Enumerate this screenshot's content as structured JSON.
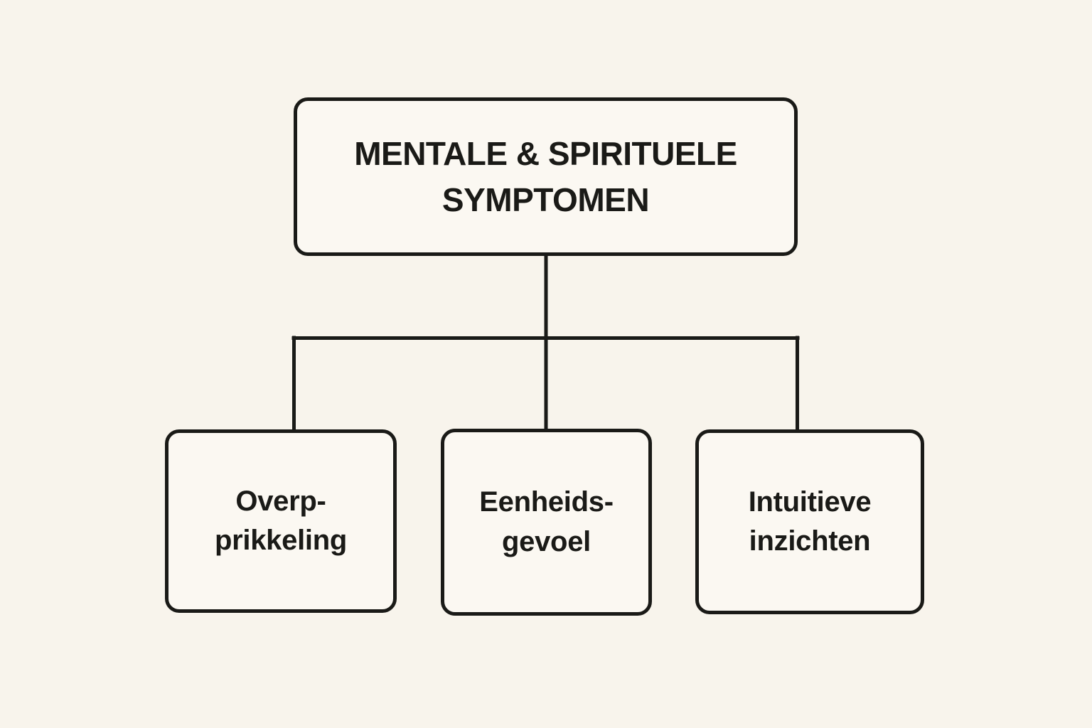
{
  "diagram": {
    "title": "MENTALE & SPIRITUELE SYMPTOMEN",
    "type": "tree-flowchart",
    "colors": {
      "background": "#f8f4ec",
      "box_fill": "#fbf8f2",
      "line_and_border": "#1a1a17",
      "text": "#1a1a17"
    },
    "root": {
      "label": "MENTALE & SPIRITUELE SYMPTOMEN",
      "lines": [
        "MENTALE & SPIRITUELE",
        "SYMPTOMEN"
      ]
    },
    "children": [
      {
        "label": "Overp-prikkeling",
        "lines": [
          "Overp-",
          "prikkeling"
        ]
      },
      {
        "label": "Eenheids-gevoel",
        "lines": [
          "Eenheids-",
          "gevoel"
        ]
      },
      {
        "label": "Intuitieve inzichten",
        "lines": [
          "Intuitieve",
          "inzichten"
        ]
      }
    ],
    "edges": [
      "root -> Overp-prikkeling",
      "root -> Eenheids-gevoel",
      "root -> Intuitieve inzichten"
    ]
  }
}
